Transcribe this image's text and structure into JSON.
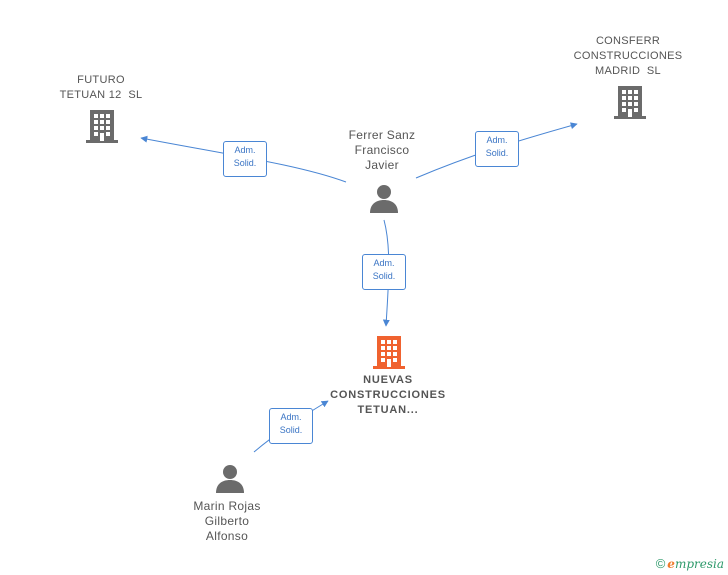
{
  "nodes": {
    "futuro": {
      "lines": [
        "FUTURO",
        "TETUAN 12  SL"
      ]
    },
    "consferr": {
      "lines": [
        "CONSFERR",
        "CONSTRUCCIONES",
        "MADRID  SL"
      ]
    },
    "ferrer": {
      "lines": [
        "Ferrer Sanz",
        "Francisco",
        "Javier"
      ]
    },
    "nuevas": {
      "lines": [
        "NUEVAS",
        "CONSTRUCCIONES",
        "TETUAN..."
      ]
    },
    "marin": {
      "lines": [
        "Marin Rojas",
        "Gilberto",
        "Alfonso"
      ]
    }
  },
  "edges": {
    "to_futuro": {
      "lines": [
        "Adm.",
        "Solid."
      ]
    },
    "to_consferr": {
      "lines": [
        "Adm.",
        "Solid."
      ]
    },
    "to_nuevas": {
      "lines": [
        "Adm.",
        "Solid."
      ]
    },
    "marin_to_nuevas": {
      "lines": [
        "Adm.",
        "Solid."
      ]
    }
  },
  "colors": {
    "edge": "#4a86d4",
    "company_icon": "#6b6b6b",
    "focus_icon": "#f0622f",
    "person_icon": "#6b6b6b"
  },
  "icons": {
    "company": "building-icon",
    "person": "person-icon"
  },
  "brand": {
    "copyright": "©",
    "initial": "e",
    "name": "mpresia"
  }
}
